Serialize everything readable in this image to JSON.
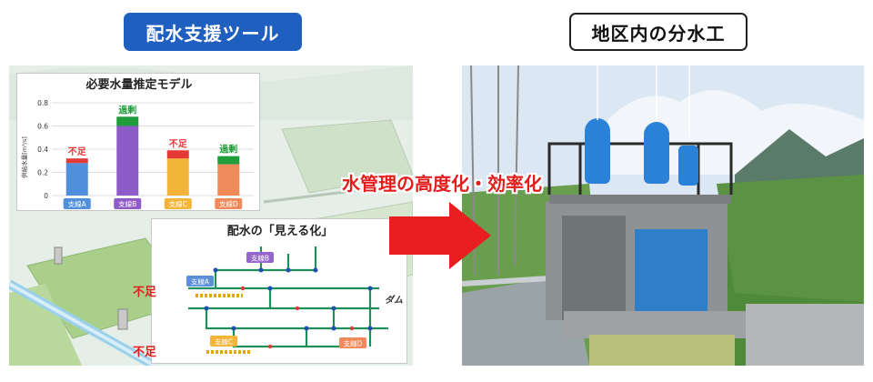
{
  "header": {
    "left_title": "配水支援ツール",
    "right_title": "地区内の分水工"
  },
  "banner": {
    "text": "水管理の高度化・効率化"
  },
  "chart": {
    "title": "必要水量推定モデル",
    "ylabel": "供給水量[m³/s]",
    "yticks": [
      "0",
      "0.2",
      "0.4",
      "0.6",
      "0.8"
    ]
  },
  "chart_data": {
    "type": "bar",
    "title": "必要水量推定モデル",
    "ylabel": "供給水量[m³/s]",
    "ylim": [
      0,
      0.8
    ],
    "categories": [
      "支線A",
      "支線B",
      "支線C",
      "支線D"
    ],
    "series": [
      {
        "values": [
          0.28,
          0.6,
          0.32,
          0.27
        ]
      },
      {
        "values": [
          0.04,
          0.08,
          0.07,
          0.07
        ]
      }
    ],
    "bar_colors": [
      "#4f8fdc",
      "#8e5cc7",
      "#f2b53a",
      "#f08a5a"
    ],
    "segment_colors": [
      "#e53935",
      "#1f9d3a",
      "#e53935",
      "#1f9d3a"
    ],
    "annotations": [
      "不足",
      "過剰",
      "不足",
      "過剰"
    ]
  },
  "network": {
    "title": "配水の「見える化」",
    "dam_label": "ダム",
    "labels": [
      "支線A",
      "支線B",
      "支線C",
      "支線D"
    ],
    "fusoku": [
      "不足",
      "不足"
    ]
  },
  "colors": {
    "header_blue": "#1f5fbf",
    "accent_red": "#e31c1c",
    "shortage_red": "#e53935",
    "surplus_green": "#1f9d3a"
  }
}
